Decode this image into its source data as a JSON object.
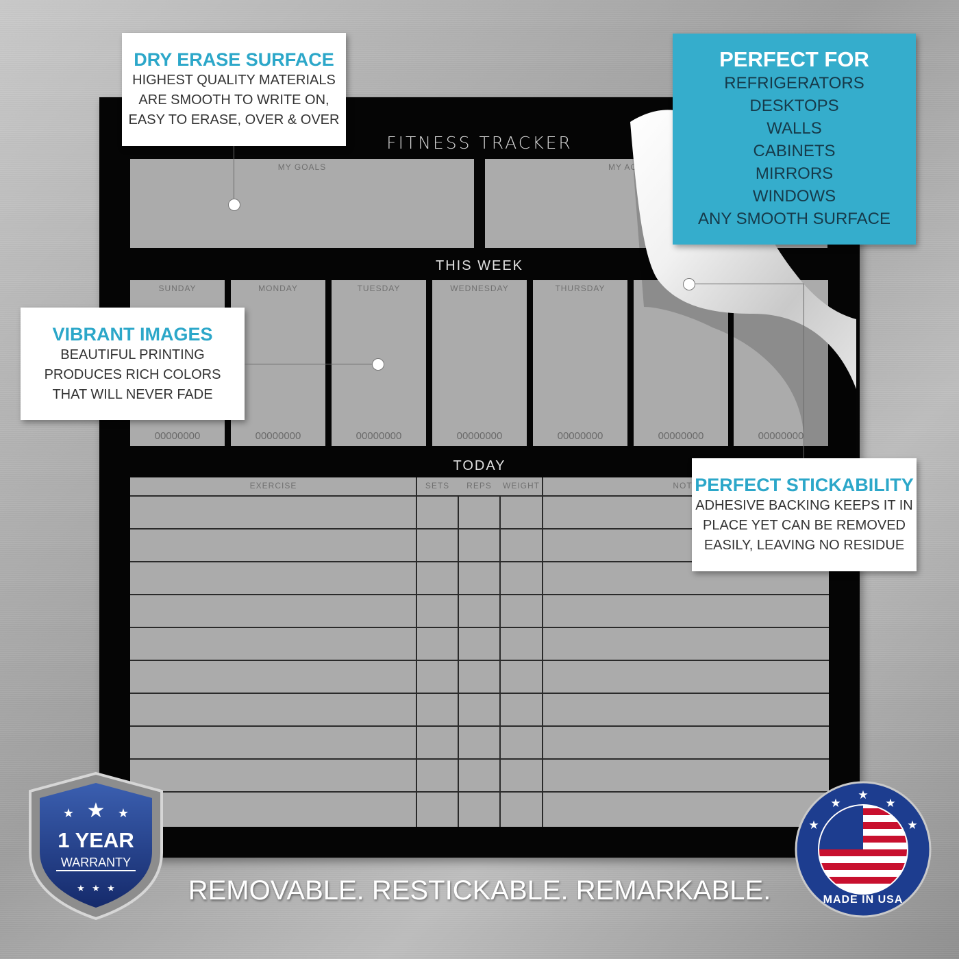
{
  "board": {
    "title": "FITNESS TRACKER",
    "goals_label": "MY GOALS",
    "second_panel_label": "MY AC",
    "week_title": "THIS WEEK",
    "days": [
      {
        "label": "SUNDAY"
      },
      {
        "label": "MONDAY"
      },
      {
        "label": "TUESDAY"
      },
      {
        "label": "WEDNESDAY"
      },
      {
        "label": "THURSDAY"
      },
      {
        "label": ""
      },
      {
        "label": ""
      }
    ],
    "drops": "00000000",
    "today_title": "TODAY",
    "columns": [
      "EXERCISE",
      "SETS",
      "REPS",
      "WEIGHT",
      "NOTE"
    ]
  },
  "callouts": {
    "dry_erase": {
      "title": "DRY ERASE SURFACE",
      "lines": [
        "HIGHEST QUALITY MATERIALS",
        "ARE SMOOTH TO WRITE ON,",
        "EASY TO ERASE, OVER & OVER"
      ]
    },
    "vibrant": {
      "title": "VIBRANT IMAGES",
      "lines": [
        "BEAUTIFUL PRINTING",
        "PRODUCES RICH COLORS",
        "THAT WILL NEVER FADE"
      ]
    },
    "stickability": {
      "title": "PERFECT STICKABILITY",
      "lines": [
        "ADHESIVE BACKING KEEPS IT IN",
        "PLACE  YET CAN BE REMOVED",
        "EASILY, LEAVING NO RESIDUE"
      ]
    },
    "perfect_for": {
      "title": "PERFECT FOR",
      "items": [
        "REFRIGERATORS",
        "DESKTOPS",
        "WALLS",
        "CABINETS",
        "MIRRORS",
        "WINDOWS",
        "ANY SMOOTH SURFACE"
      ]
    }
  },
  "badges": {
    "warranty_big": "1 YEAR",
    "warranty_small": "WARRANTY",
    "usa": "MADE IN USA"
  },
  "tagline": "REMOVABLE. RESTICKABLE. REMARKABLE.",
  "colors": {
    "accent_blue": "#2ca7c9",
    "box_blue": "#35adcc",
    "board_black": "#050505",
    "panel_gray": "#ababab"
  }
}
